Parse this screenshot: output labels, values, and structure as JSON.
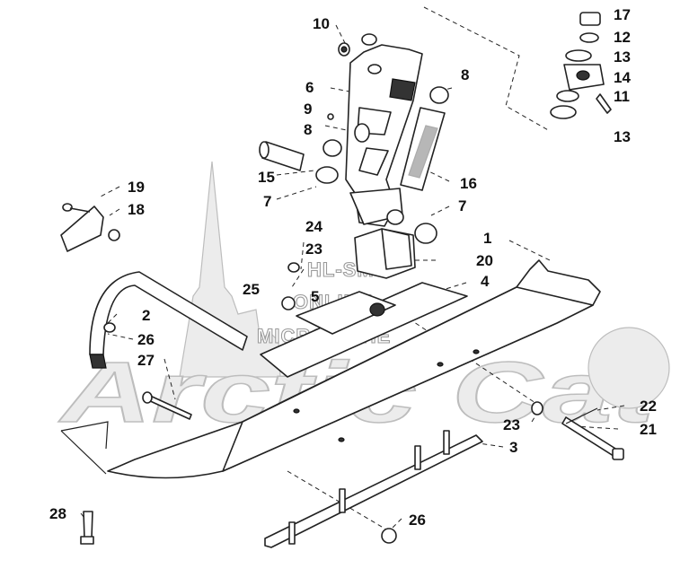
{
  "diagram": {
    "callouts": [
      "10",
      "17",
      "12",
      "13",
      "14",
      "11",
      "13",
      "6",
      "8",
      "9",
      "8",
      "15",
      "7",
      "16",
      "7",
      "19",
      "18",
      "24",
      "23",
      "1",
      "20",
      "25",
      "5",
      "4",
      "2",
      "26",
      "27",
      "22",
      "23",
      "21",
      "3",
      "28",
      "26"
    ]
  },
  "watermark": {
    "lines": [
      "HL-SMS",
      "ONLINE",
      "MICROFICHE"
    ],
    "brand": "Arctic Cat"
  }
}
